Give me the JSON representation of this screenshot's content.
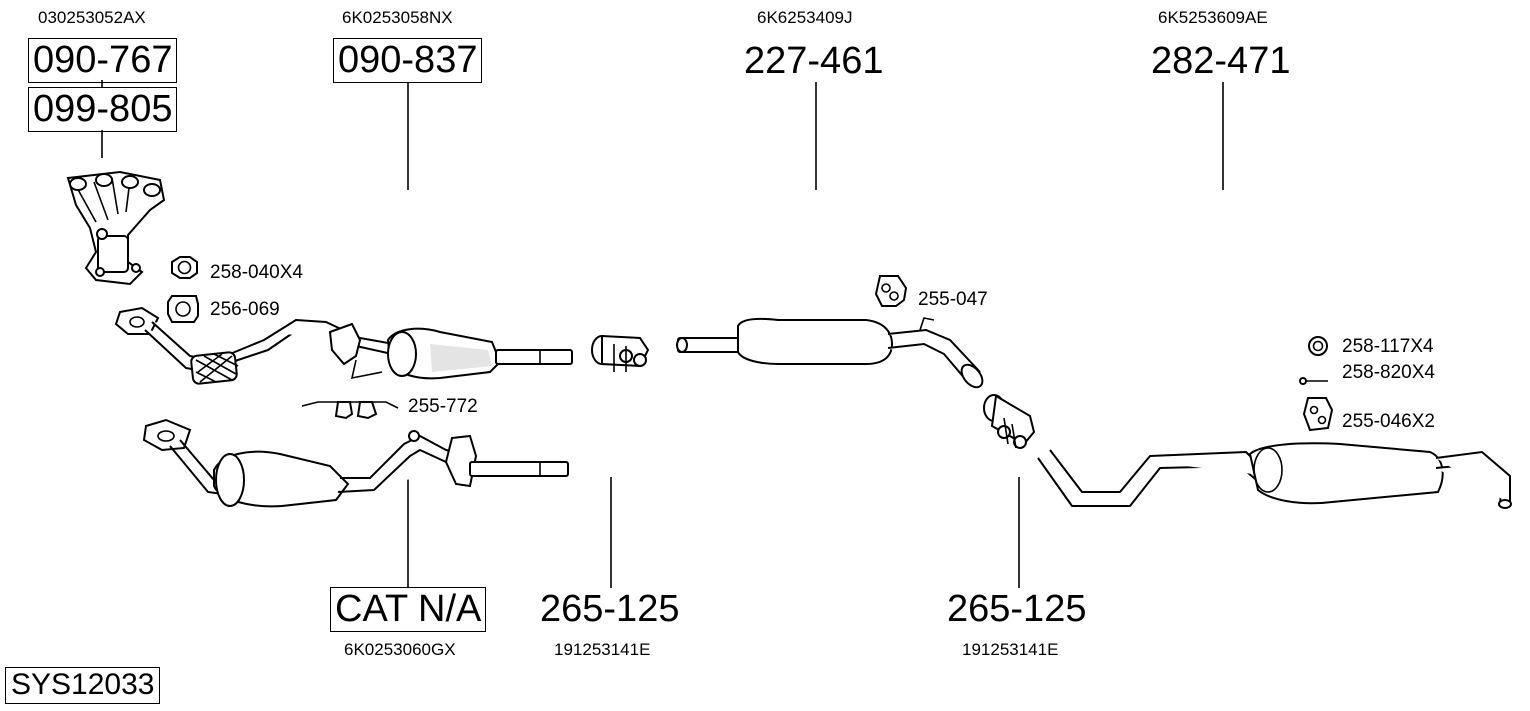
{
  "diagram_id": "SYS12033",
  "parts": {
    "manifold": {
      "oe_ref": "030253052AX",
      "part_no_1": "090-767",
      "part_no_2": "099-805"
    },
    "front_cat": {
      "oe_ref": "6K0253058NX",
      "part_no": "090-837"
    },
    "centre_box": {
      "oe_ref": "6K6253409J",
      "part_no": "227-461"
    },
    "rear_box": {
      "oe_ref": "6K5253609AE",
      "part_no": "282-471"
    },
    "cat_alt": {
      "part_no": "CAT N/A",
      "oe_ref": "6K0253060GX"
    },
    "clamp_1": {
      "part_no": "265-125",
      "oe_ref": "191253141E"
    },
    "clamp_2": {
      "part_no": "265-125",
      "oe_ref": "191253141E"
    }
  },
  "fittings": {
    "nut": "258-040X4",
    "gasket": "256-069",
    "bracket": "255-772",
    "mount_centre": "255-047",
    "ring": "258-117X4",
    "bolt": "258-820X4",
    "mount_rear": "255-046X2"
  }
}
